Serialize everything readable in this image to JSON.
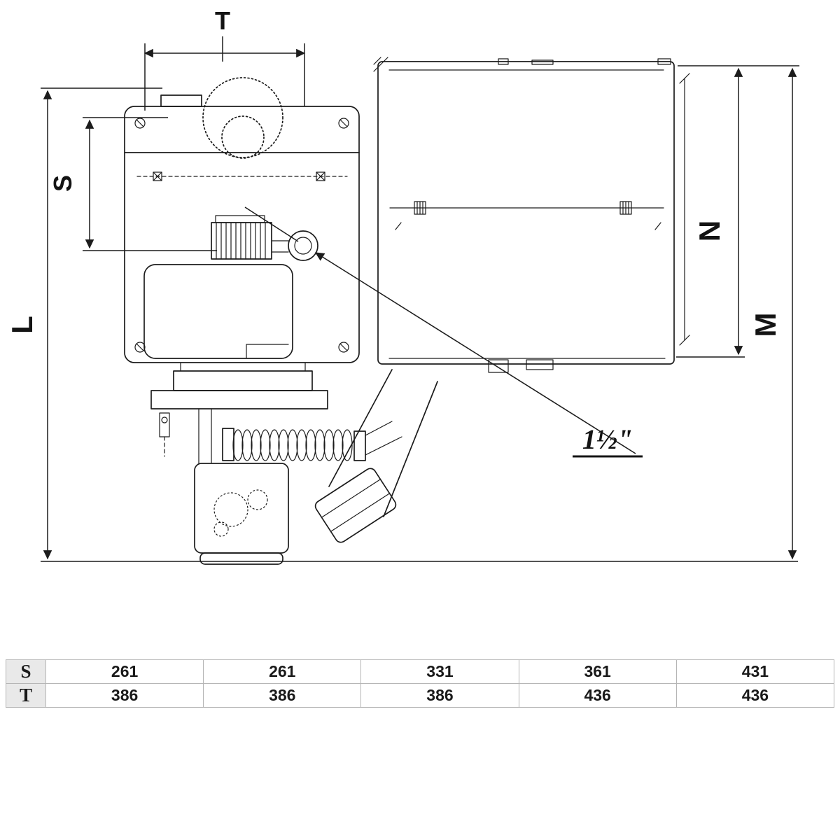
{
  "drawing": {
    "labels": {
      "t": "T",
      "s": "S",
      "l": "L",
      "n": "N",
      "m": "M",
      "callout": "1½\""
    },
    "line_color": "#1c1c1c"
  },
  "table": {
    "rows": [
      {
        "label": "S",
        "values": [
          "261",
          "261",
          "331",
          "361",
          "431"
        ]
      },
      {
        "label": "T",
        "values": [
          "386",
          "386",
          "386",
          "436",
          "436"
        ]
      }
    ]
  }
}
